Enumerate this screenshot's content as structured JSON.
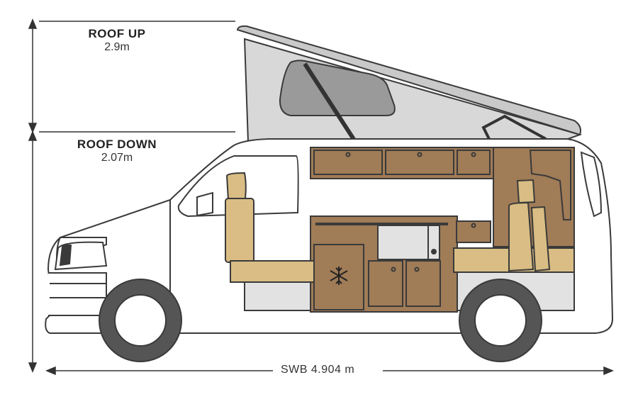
{
  "labels": {
    "roof_up_title": "ROOF UP",
    "roof_up_value": "2.9m",
    "roof_down_title": "ROOF DOWN",
    "roof_down_value": "2.07m",
    "length_label": "SWB 4.904 m"
  },
  "colors": {
    "outline": "#3a3a3a",
    "wood": "#a07c57",
    "seat": "#d9bd84",
    "roof_fabric": "#d8d8d8",
    "roof_top": "#c9c9c9",
    "steel": "#e2e2e2",
    "tire": "#555555"
  },
  "icons": {
    "fridge": "snowflake-icon"
  }
}
